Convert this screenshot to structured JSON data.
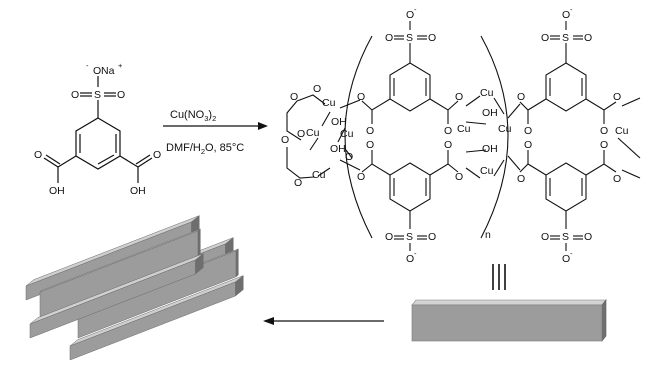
{
  "reagent": {
    "sodium_top": "O",
    "sodium_sup_minus": "-",
    "sodium_na": "Na",
    "sodium_sup_plus": "+",
    "sulfonyl_left_o": "O",
    "sulfonyl_s": "S",
    "sulfonyl_right_o": "O",
    "acid_left_o": "O",
    "acid_left_oh": "OH",
    "acid_right_o": "O",
    "acid_right_oh": "OH"
  },
  "conditions": {
    "reagent_prefix": "Cu(NO",
    "reagent_sub": "3",
    "reagent_suffix": ")",
    "reagent_sub2": "2",
    "solvent_prefix": "DMF/H",
    "solvent_sub": "2",
    "solvent_suffix": "O, 85°C"
  },
  "polymer": {
    "cu_label": "Cu",
    "oh_label": "OH",
    "o_label": "O",
    "s_label": "S",
    "o_minus": "O",
    "minus": "-",
    "repeat_n": "n"
  },
  "colors": {
    "ink": "#111111",
    "bar_top": "#cfcfcf",
    "bar_front": "#9c9c9c",
    "bar_side": "#6e6e6e"
  }
}
